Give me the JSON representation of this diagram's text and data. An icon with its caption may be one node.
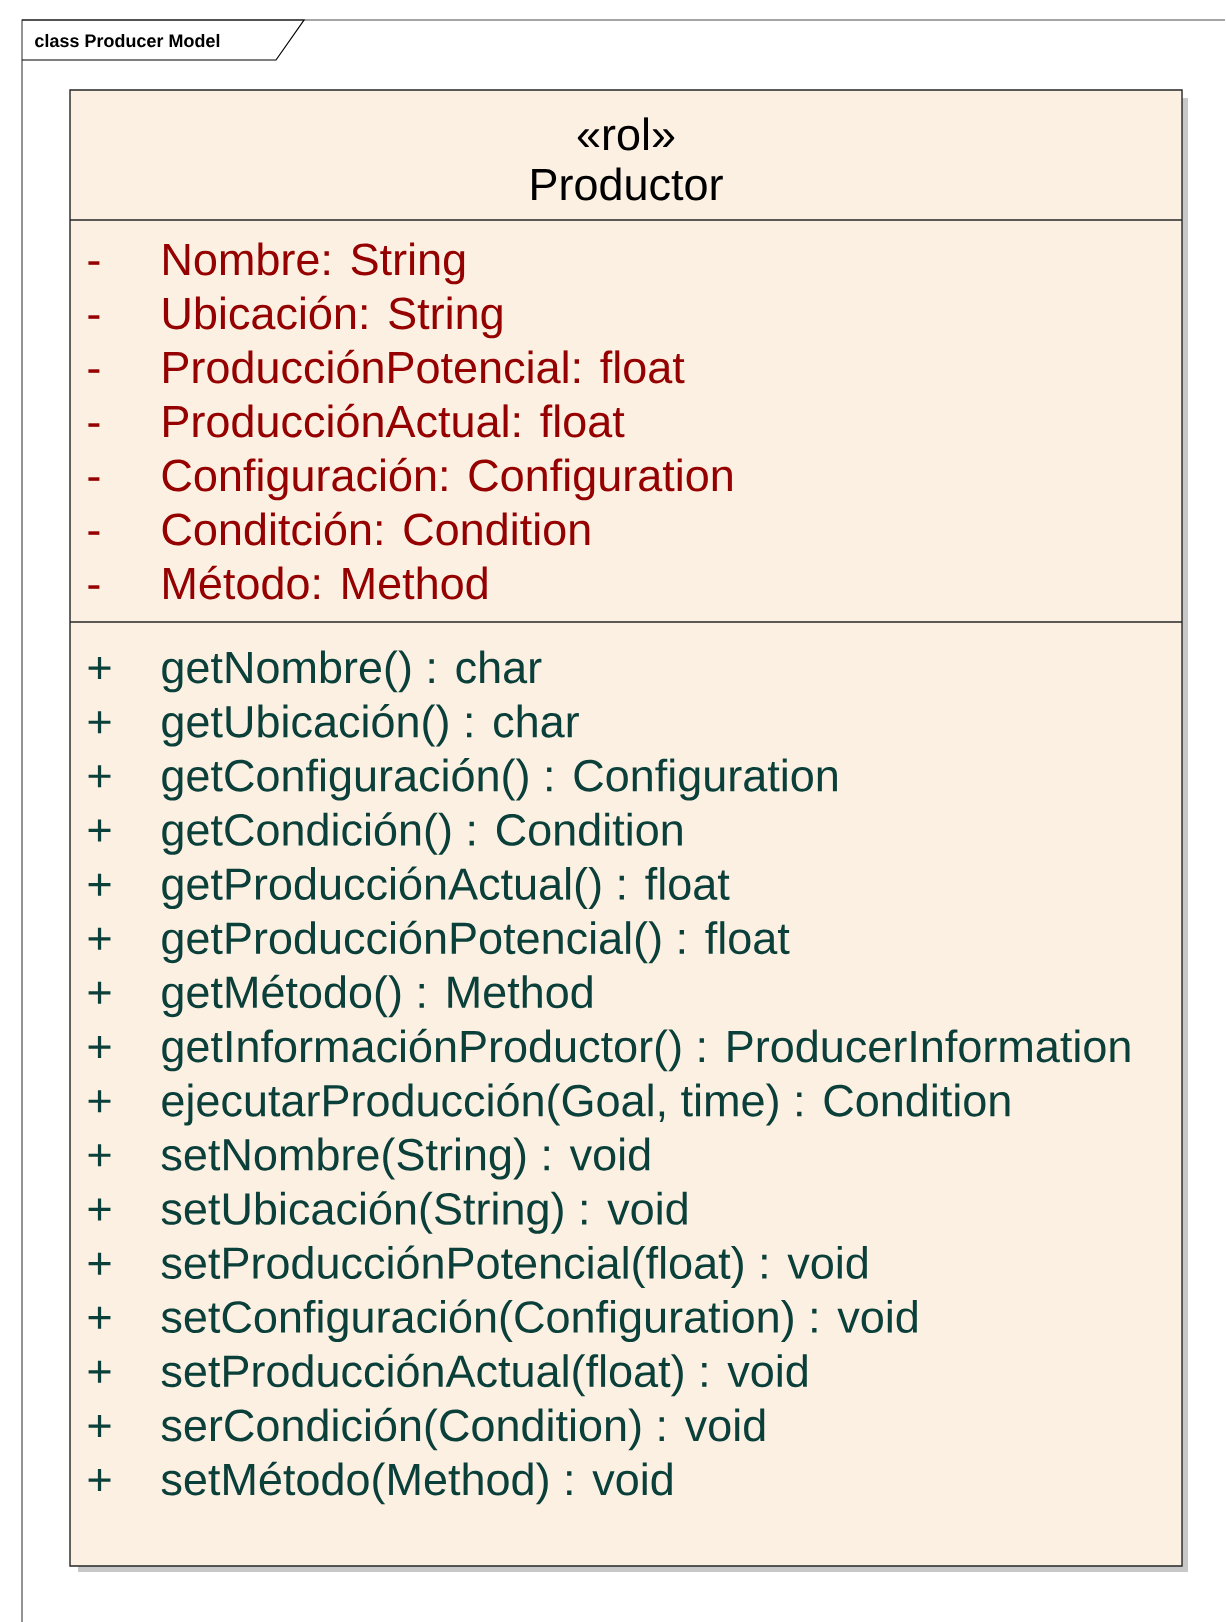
{
  "diagram": {
    "nodes": [
      {
        "text": [
          "class Producer Model"
        ]
      },
      {
        "text": [
          "«rol»",
          "Productor"
        ],
        "in": 0
      },
      {
        "text": [
          "-",
          "Nombre:  String",
          "-",
          "Ubicación:  String",
          "-",
          "ProducciónPotencial:  float",
          "-",
          "ProducciónActual:  float",
          "-",
          "Configuración:  Configuration",
          "-",
          "Conditción:  Condition",
          "-",
          "Método:  Method"
        ],
        "in": 1
      },
      {
        "text": [
          "+",
          "getNombre() : char",
          "+",
          "getUbicación() : char",
          "+",
          "getConfiguración() : Configuration",
          "+",
          "getCondición() : Condition",
          "+",
          "getProducciónActual() : float",
          "+",
          "getProducciónPotencial() : float",
          "+",
          "getMétodo() : Method",
          "+",
          "getInformaciónProductor() : ProducerInformation",
          "+",
          "ejecutarProducción(Goal, time) : Condition",
          "+",
          "setNombre(String) : void",
          "+",
          "setUbicación(String) : void",
          "+",
          "setProducciónPotencial(float) : void",
          "+",
          "setConfiguración(Configuration) : void",
          "+",
          "setProducciónActual(float) : void",
          "+",
          "serCondición(Condition) : void",
          "+",
          "setMétodo(Method) : void"
        ],
        "in": 1
      }
    ]
  }
}
